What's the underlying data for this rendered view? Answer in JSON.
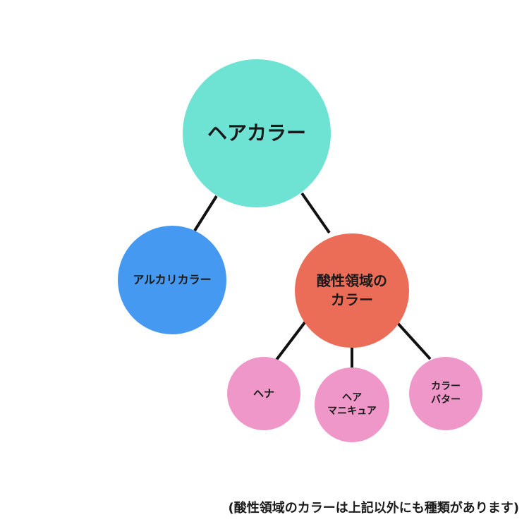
{
  "diagram": {
    "nodes": [
      {
        "id": "root",
        "lines": [
          "ヘアカラー"
        ],
        "color": "#6fe3d3"
      },
      {
        "id": "alkaline",
        "lines": [
          "アルカリカラー"
        ],
        "color": "#4599f0"
      },
      {
        "id": "acidic",
        "lines": [
          "酸性領域の",
          "カラー"
        ],
        "color": "#eb6c57"
      },
      {
        "id": "henna",
        "lines": [
          "ヘナ"
        ],
        "color": "#ef97c8"
      },
      {
        "id": "manicure",
        "lines": [
          "ヘア",
          "マニキュア"
        ],
        "color": "#ef97c8"
      },
      {
        "id": "color_butter",
        "lines": [
          "カラー",
          "バター"
        ],
        "color": "#ef97c8"
      }
    ],
    "edges": [
      [
        "root",
        "alkaline"
      ],
      [
        "root",
        "acidic"
      ],
      [
        "acidic",
        "henna"
      ],
      [
        "acidic",
        "manicure"
      ],
      [
        "acidic",
        "color_butter"
      ]
    ],
    "line_color": "#111111"
  },
  "footnote": "(酸性領域のカラーは上記以外にも種類があります)"
}
